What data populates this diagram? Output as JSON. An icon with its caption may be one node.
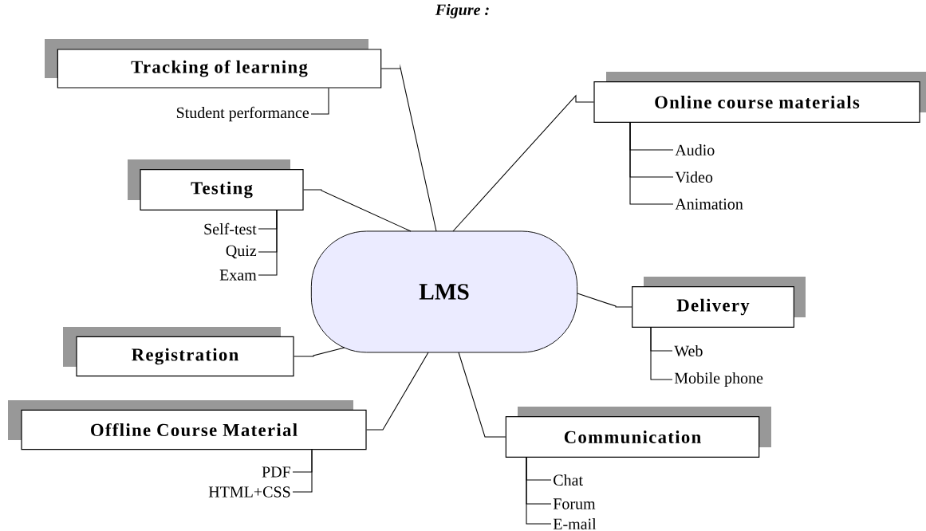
{
  "diagram": {
    "title": "Figure :",
    "nodes": [
      {
        "text": [
          "Tracking of learning"
        ]
      },
      {
        "text": [
          "Student performance"
        ]
      },
      {
        "text": [
          "Online course materials"
        ]
      },
      {
        "text": [
          "Audio"
        ]
      },
      {
        "text": [
          "Video"
        ]
      },
      {
        "text": [
          "Animation"
        ]
      },
      {
        "text": [
          "Testing"
        ]
      },
      {
        "text": [
          "Self-test"
        ]
      },
      {
        "text": [
          "Quiz"
        ]
      },
      {
        "text": [
          "Exam"
        ]
      },
      {
        "text": [
          "LMS"
        ]
      },
      {
        "text": [
          "Delivery"
        ]
      },
      {
        "text": [
          "Web"
        ]
      },
      {
        "text": [
          "Mobile phone"
        ]
      },
      {
        "text": [
          "Registration"
        ]
      },
      {
        "text": [
          "Offline Course Material"
        ]
      },
      {
        "text": [
          "PDF"
        ]
      },
      {
        "text": [
          "HTML+CSS"
        ]
      },
      {
        "text": [
          "Communication"
        ]
      },
      {
        "text": [
          "Chat"
        ]
      },
      {
        "text": [
          "Forum"
        ]
      },
      {
        "text": [
          "E-mail"
        ]
      }
    ],
    "edges": [
      {
        "from": 10,
        "to": 0,
        "arrow": "none"
      },
      {
        "from": 10,
        "to": 2,
        "arrow": "none"
      },
      {
        "from": 10,
        "to": 6,
        "arrow": "none"
      },
      {
        "from": 10,
        "to": 11,
        "arrow": "none"
      },
      {
        "from": 10,
        "to": 14,
        "arrow": "none"
      },
      {
        "from": 10,
        "to": 15,
        "arrow": "none"
      },
      {
        "from": 10,
        "to": 18,
        "arrow": "none"
      },
      {
        "from": 0,
        "to": 1,
        "arrow": "none"
      },
      {
        "from": 2,
        "to": 3,
        "arrow": "none"
      },
      {
        "from": 2,
        "to": 4,
        "arrow": "none"
      },
      {
        "from": 2,
        "to": 5,
        "arrow": "none"
      },
      {
        "from": 6,
        "to": 7,
        "arrow": "none"
      },
      {
        "from": 6,
        "to": 8,
        "arrow": "none"
      },
      {
        "from": 6,
        "to": 9,
        "arrow": "none"
      },
      {
        "from": 11,
        "to": 12,
        "arrow": "none"
      },
      {
        "from": 11,
        "to": 13,
        "arrow": "none"
      },
      {
        "from": 15,
        "to": 16,
        "arrow": "none"
      },
      {
        "from": 15,
        "to": 17,
        "arrow": "none"
      },
      {
        "from": 18,
        "to": 19,
        "arrow": "none"
      },
      {
        "from": 18,
        "to": 20,
        "arrow": "none"
      },
      {
        "from": 18,
        "to": 21,
        "arrow": "none"
      }
    ]
  }
}
